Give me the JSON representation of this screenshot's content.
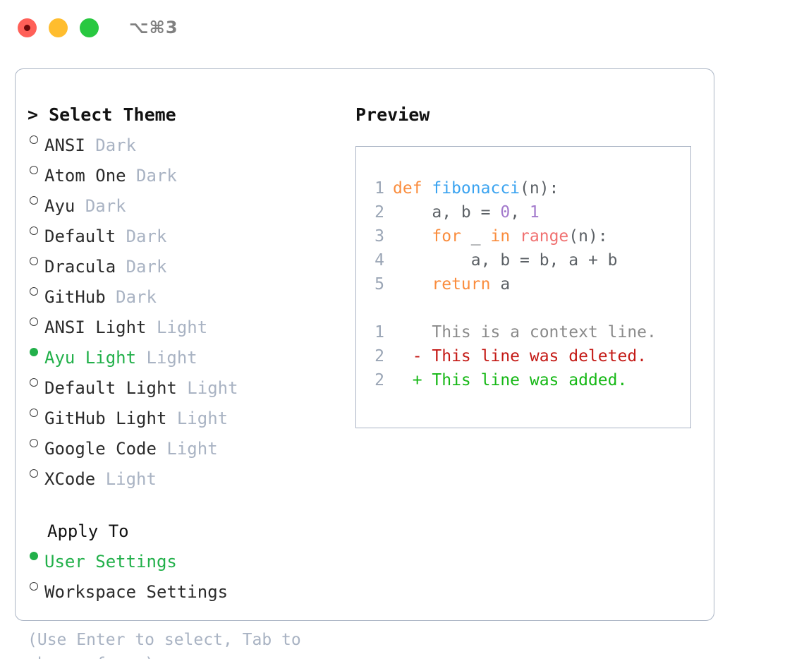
{
  "titlebar": {
    "shortcut": "⌥⌘3",
    "buttons": [
      "close",
      "minimize",
      "zoom"
    ]
  },
  "left": {
    "heading": "> Select Theme",
    "themes": [
      {
        "marker": "hollow",
        "label": "ANSI",
        "variant": "Dark",
        "selected": false
      },
      {
        "marker": "hollow",
        "label": "Atom One",
        "variant": "Dark",
        "selected": false
      },
      {
        "marker": "hollow",
        "label": "Ayu",
        "variant": "Dark",
        "selected": false
      },
      {
        "marker": "hollow",
        "label": "Default",
        "variant": "Dark",
        "selected": false
      },
      {
        "marker": "hollow",
        "label": "Dracula",
        "variant": "Dark",
        "selected": false
      },
      {
        "marker": "hollow",
        "label": "GitHub",
        "variant": "Dark",
        "selected": false
      },
      {
        "marker": "hollow",
        "label": "ANSI Light",
        "variant": "Light",
        "selected": false
      },
      {
        "marker": "filled",
        "label": "Ayu Light",
        "variant": "Light",
        "selected": true
      },
      {
        "marker": "hollow",
        "label": "Default Light",
        "variant": "Light",
        "selected": false
      },
      {
        "marker": "hollow",
        "label": "GitHub Light",
        "variant": "Light",
        "selected": false
      },
      {
        "marker": "hollow",
        "label": "Google Code",
        "variant": "Light",
        "selected": false
      },
      {
        "marker": "hollow",
        "label": "XCode",
        "variant": "Light",
        "selected": false
      }
    ],
    "apply_to_heading": "Apply To",
    "apply_to": [
      {
        "marker": "filled",
        "label": "User Settings",
        "selected": true
      },
      {
        "marker": "hollow",
        "label": "Workspace Settings",
        "selected": false
      }
    ],
    "help_text": "(Use Enter to select, Tab to change focus)"
  },
  "preview": {
    "title": "Preview",
    "code_lines": [
      {
        "no": "1",
        "tokens": [
          {
            "t": "def ",
            "c": "kw"
          },
          {
            "t": "fibonacci",
            "c": "fn"
          },
          {
            "t": "(n):",
            "c": "plain"
          }
        ]
      },
      {
        "no": "2",
        "tokens": [
          {
            "t": "    a, b = ",
            "c": "plain"
          },
          {
            "t": "0",
            "c": "num"
          },
          {
            "t": ", ",
            "c": "plain"
          },
          {
            "t": "1",
            "c": "num"
          }
        ]
      },
      {
        "no": "3",
        "tokens": [
          {
            "t": "    ",
            "c": "plain"
          },
          {
            "t": "for",
            "c": "kw"
          },
          {
            "t": " _ ",
            "c": "plain"
          },
          {
            "t": "in",
            "c": "kw"
          },
          {
            "t": " ",
            "c": "plain"
          },
          {
            "t": "range",
            "c": "call"
          },
          {
            "t": "(n):",
            "c": "plain"
          }
        ]
      },
      {
        "no": "4",
        "tokens": [
          {
            "t": "        a, b = b, a + b",
            "c": "plain"
          }
        ]
      },
      {
        "no": "5",
        "tokens": [
          {
            "t": "    ",
            "c": "plain"
          },
          {
            "t": "return",
            "c": "kw"
          },
          {
            "t": " a",
            "c": "plain"
          }
        ]
      }
    ],
    "diff_lines": [
      {
        "no": "1",
        "prefix": "  ",
        "text": "This is a context line.",
        "kind": "ctx"
      },
      {
        "no": "2",
        "prefix": "- ",
        "text": "This line was deleted.",
        "kind": "del"
      },
      {
        "no": "2",
        "prefix": "+ ",
        "text": "This line was added.",
        "kind": "add"
      }
    ]
  },
  "colors": {
    "accent_green": "#22b04a",
    "muted": "#a9b3c3",
    "border": "#aab4c4",
    "keyword": "#fa8d3e",
    "function": "#3aa3f0",
    "number": "#a37acc",
    "call": "#f07171",
    "diff_added": "#16b816",
    "diff_deleted": "#c41a16"
  }
}
